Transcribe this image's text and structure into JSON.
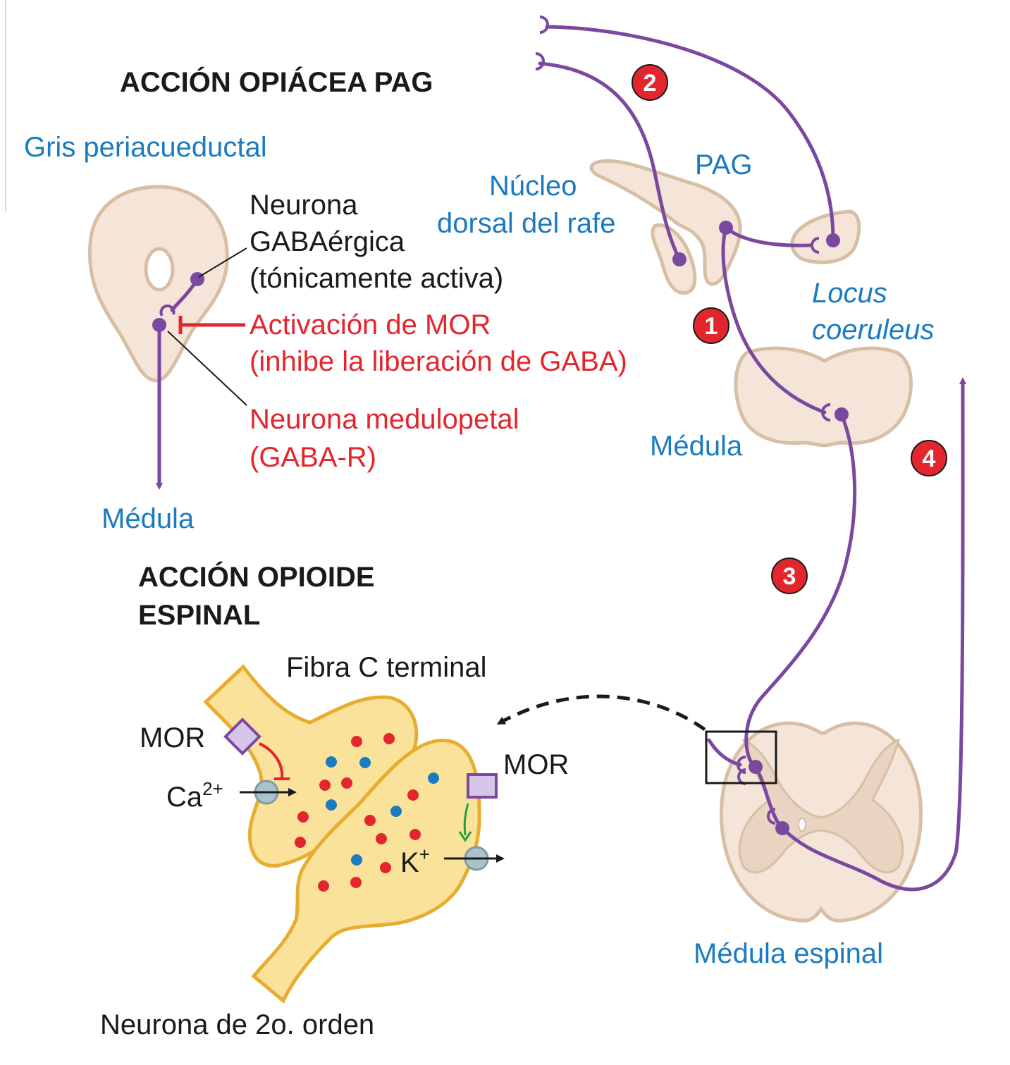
{
  "pag_section": {
    "title": "ACCIÓN OPIÁCEA PAG",
    "region_label": "Gris periacueductal",
    "neuron_line1": "Neurona",
    "neuron_line2": "GABAérgica",
    "neuron_line3": "(tónicamente activa)",
    "mor_line1": "Activación de MOR",
    "mor_line2": "(inhibe la liberación de GABA)",
    "medulopetal_line1": "Neurona medulopetal",
    "medulopetal_line2": "(GABA-R)",
    "medula_label": "Médula"
  },
  "pathway": {
    "pag_label": "PAG",
    "raphe_line1": "Núcleo",
    "raphe_line2": "dorsal del rafe",
    "locus_line1": "Locus",
    "locus_line2": "coeruleus",
    "medula_label": "Médula",
    "spinal_cord_label": "Médula espinal",
    "steps": [
      "1",
      "2",
      "3",
      "4"
    ]
  },
  "spinal_section": {
    "title_line1": "ACCIÓN OPIOIDE",
    "title_line2": "ESPINAL",
    "fiber_c_label": "Fibra C terminal",
    "mor_left": "MOR",
    "mor_right": "MOR",
    "ca_label": "Ca",
    "ca_superscript": "2+",
    "k_label": "K",
    "k_superscript": "+",
    "second_order_label": "Neurona de 2o. orden"
  },
  "colors": {
    "fiber": "#7b48a0",
    "tissue": "#f4e5d8",
    "terminal": "#fbe29a",
    "inhibition": "#e3262e",
    "label_blue": "#1a7bc0",
    "badge": "#e3262e",
    "vesicle_red": "#e3262e",
    "vesicle_blue": "#1a7bc0",
    "channel": "#a9c3cb",
    "receptor": "#d8c6ea",
    "k_flow_arrow": "#22a045"
  },
  "icons": [
    "synapse-cup-icon",
    "neuron-soma-icon",
    "mor-receptor-icon",
    "ion-channel-icon",
    "step-badge-icon",
    "zoom-box-icon"
  ]
}
